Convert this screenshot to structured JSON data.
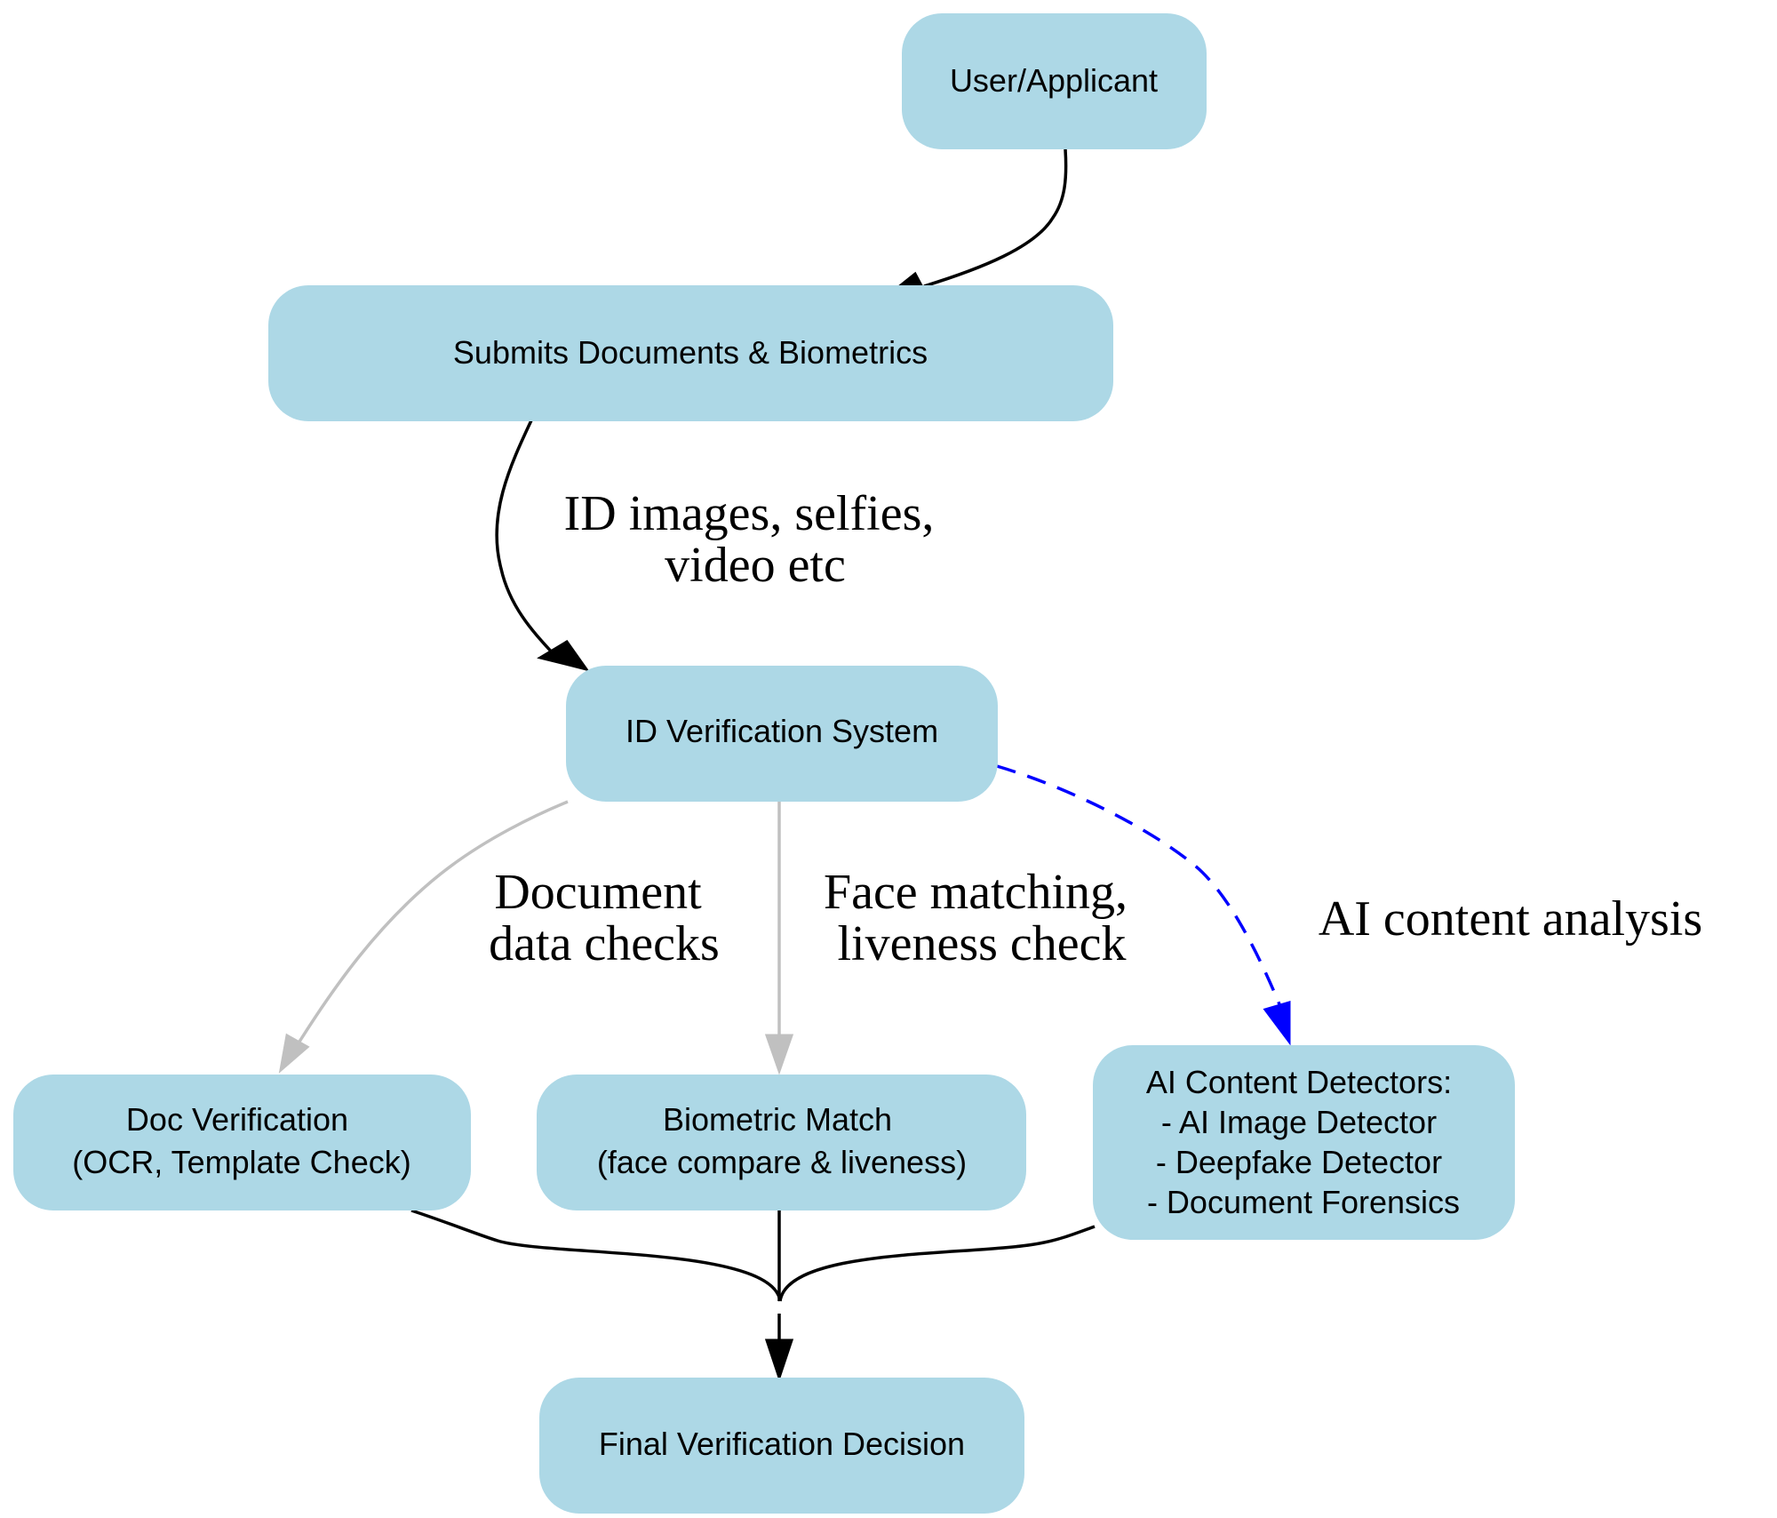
{
  "nodes": {
    "user_applicant": {
      "lines": [
        "User/Applicant"
      ]
    },
    "submits": {
      "lines": [
        "Submits Documents & Biometrics"
      ]
    },
    "id_verification_system": {
      "lines": [
        "ID Verification System"
      ]
    },
    "doc_verification": {
      "lines": [
        "Doc Verification",
        "(OCR, Template Check)"
      ]
    },
    "biometric_match": {
      "lines": [
        "Biometric Match",
        "(face compare & liveness)"
      ]
    },
    "ai_content_detectors": {
      "lines": [
        "AI Content Detectors:",
        "- AI Image Detector",
        "- Deepfake Detector",
        "- Document Forensics"
      ]
    },
    "final_decision": {
      "lines": [
        "Final Verification Decision"
      ]
    }
  },
  "edges": {
    "submits_to_system": {
      "lines": [
        "ID images, selfies,",
        "video etc"
      ]
    },
    "system_to_doc": {
      "lines": [
        "Document",
        "data checks"
      ]
    },
    "system_to_biometric": {
      "lines": [
        "Face matching,",
        "liveness check"
      ]
    },
    "system_to_ai": {
      "lines": [
        "AI content analysis"
      ]
    }
  },
  "colors": {
    "node_fill": "#add8e6",
    "edge_main": "#000000",
    "edge_checks": "#c0c0c0",
    "edge_ai": "#0000ff"
  }
}
